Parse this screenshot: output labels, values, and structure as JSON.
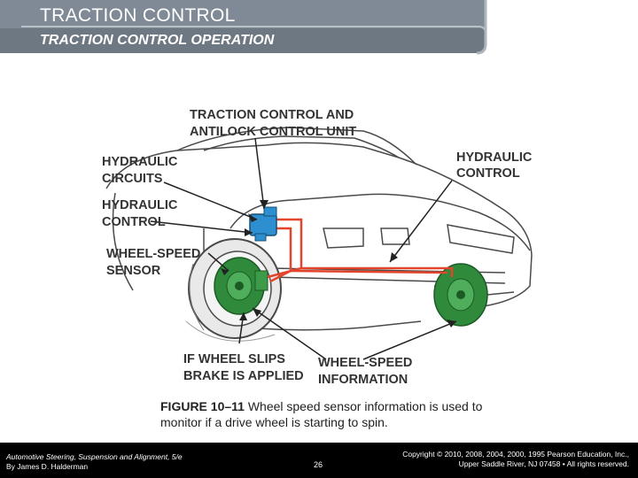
{
  "header": {
    "title": "TRACTION CONTROL",
    "subtitle": "TRACTION CONTROL OPERATION"
  },
  "diagram": {
    "labels": {
      "unit_line1": "TRACTION CONTROL AND",
      "unit_line2": "ANTILOCK CONTROL UNIT",
      "hyd_circuits_line1": "HYDRAULIC",
      "hyd_circuits_line2": "CIRCUITS",
      "hyd_control_left_line1": "HYDRAULIC",
      "hyd_control_left_line2": "CONTROL",
      "hyd_control_right_line1": "HYDRAULIC",
      "hyd_control_right_line2": "CONTROL",
      "wss_line1": "WHEEL-SPEED",
      "wss_line2": "SENSOR",
      "slips_line1": "IF WHEEL SLIPS",
      "slips_line2": "BRAKE IS APPLIED",
      "wsi_line1": "WHEEL-SPEED",
      "wsi_line2": "INFORMATION"
    },
    "colors": {
      "hydraulic_lines": "#e2452b",
      "control_unit": "#2d8fd0",
      "brake_assembly": "#2f8a3c"
    }
  },
  "caption": {
    "figure_number": "FIGURE 10–11",
    "text": "Wheel speed sensor information is used to monitor if a drive wheel is starting to spin."
  },
  "footer": {
    "book_title": "Automotive Steering, Suspension and Alignment, 5/e",
    "author": "By James D. Halderman",
    "page_number": "26",
    "copyright_line1": "Copyright © 2010, 2008, 2004, 2000, 1995 Pearson Education, Inc.,",
    "copyright_line2": "Upper Saddle River, NJ 07458 • All rights reserved."
  }
}
